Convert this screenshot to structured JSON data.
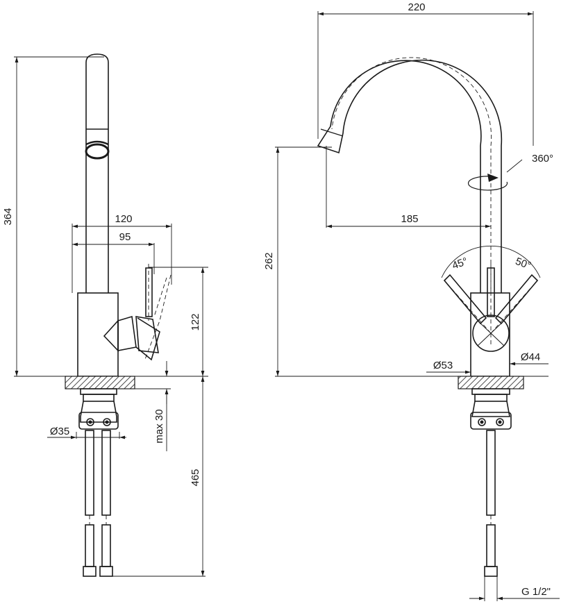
{
  "drawing": {
    "colors": {
      "line": "#1a1a1a",
      "background": "#ffffff"
    },
    "side_view": {
      "dim_total_height": "364",
      "dim_handle_reach": "120",
      "dim_handle_offset": "95",
      "dim_body_height": "122",
      "dim_max_deck": "max 30",
      "dim_hose_length": "465",
      "dim_shank_dia": "Ø35"
    },
    "front_view": {
      "dim_width": "220",
      "dim_spout_reach": "185",
      "dim_spout_height": "262",
      "dim_rotation": "360°",
      "dim_angle_left": "45°",
      "dim_angle_right": "50°",
      "dim_base_dia": "Ø53",
      "dim_body_dia": "Ø44",
      "dim_thread": "G 1/2\""
    }
  }
}
